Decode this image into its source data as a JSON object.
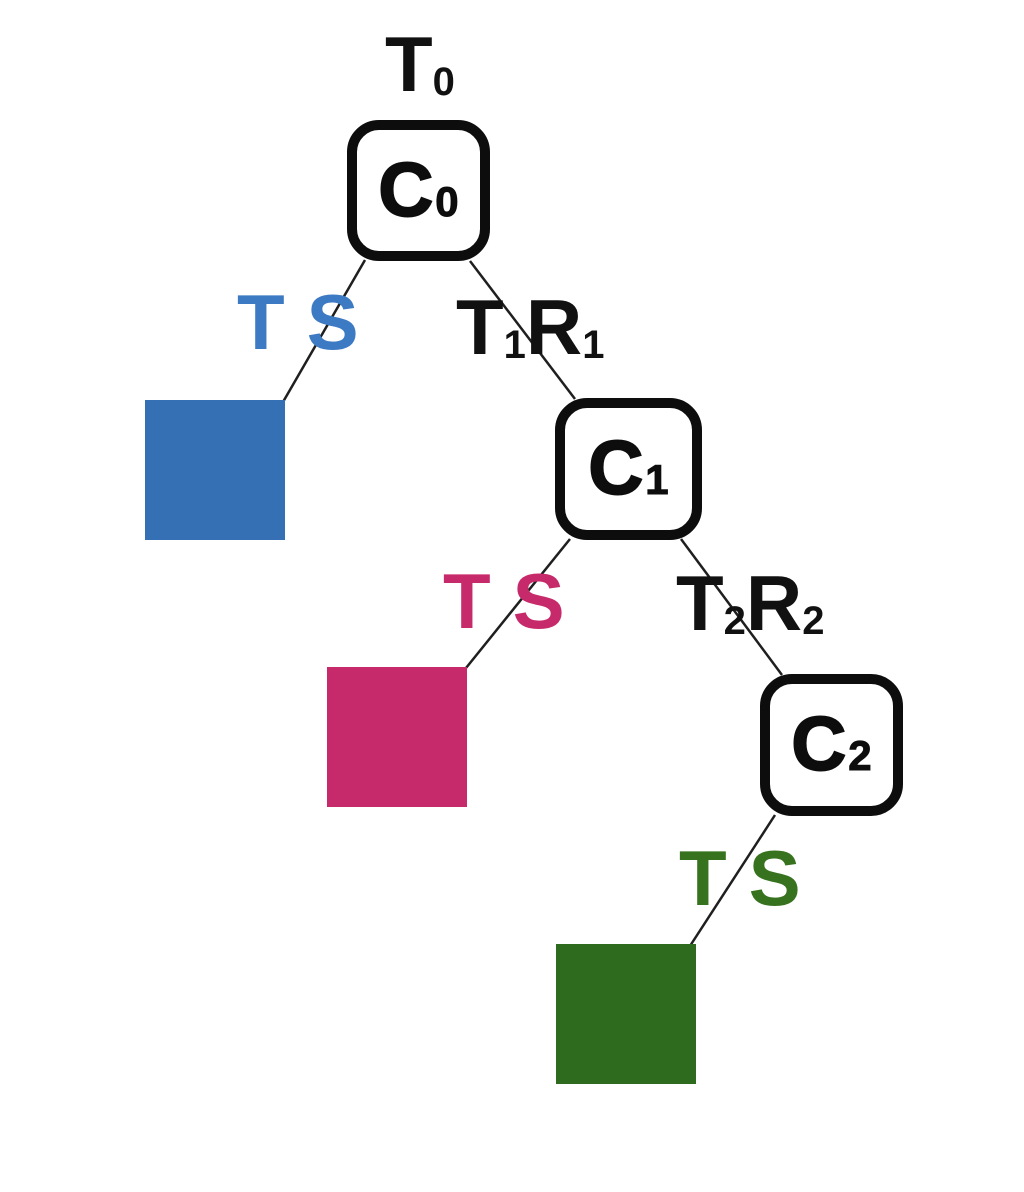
{
  "diagram": {
    "title": "recursive subtask decomposition tree",
    "edge_line_color": "#1f1f1f",
    "node_border_color": "#0d0d0d",
    "nodes": [
      {
        "id": "C0",
        "label_main": "C",
        "label_sub": "0"
      },
      {
        "id": "C1",
        "label_main": "C",
        "label_sub": "1"
      },
      {
        "id": "C2",
        "label_main": "C",
        "label_sub": "2"
      }
    ],
    "labels": {
      "t0": {
        "main": "T",
        "sub": "0",
        "color": "#111111"
      },
      "t1r1": {
        "p1": "T",
        "s1": "1",
        "p2": "R",
        "s2": "1",
        "color": "#111111"
      },
      "t2r2": {
        "p1": "T",
        "s1": "2",
        "p2": "R",
        "s2": "2",
        "color": "#111111"
      },
      "ts": [
        {
          "t": "T",
          "s": "S",
          "color": "#3d7ac4"
        },
        {
          "t": "T",
          "s": "S",
          "color": "#c72a6a"
        },
        {
          "t": "T",
          "s": "S",
          "color": "#37721f"
        }
      ]
    },
    "squares": [
      {
        "id": "blue-leaf",
        "color": "#3570b5"
      },
      {
        "id": "pink-leaf",
        "color": "#c72a6a"
      },
      {
        "id": "green-leaf",
        "color": "#2e6b1e"
      }
    ]
  }
}
